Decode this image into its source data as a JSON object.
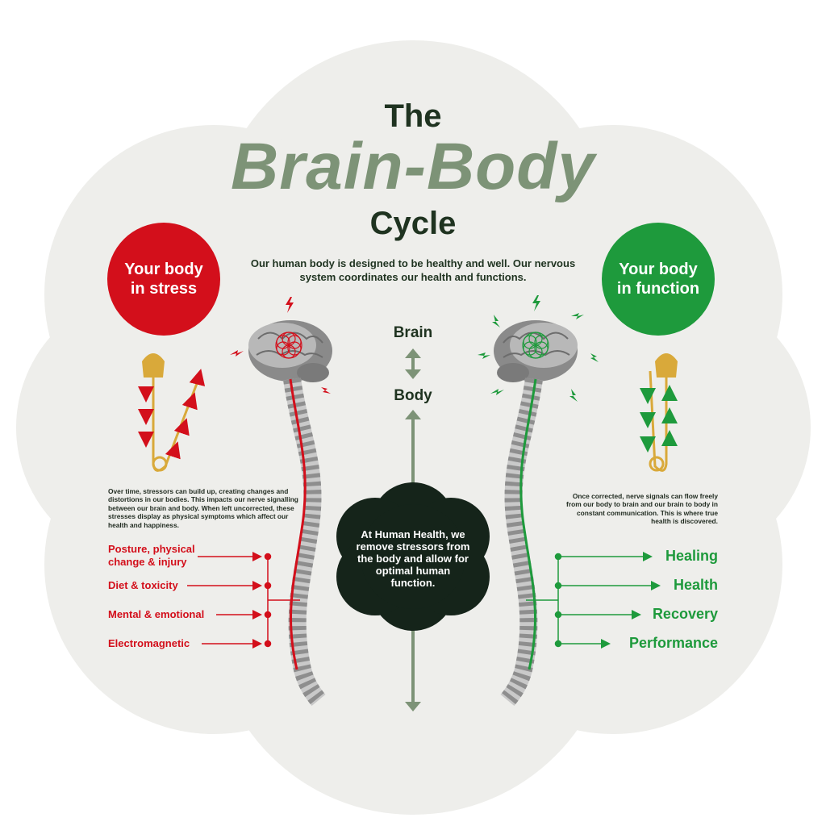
{
  "title": {
    "the": "The",
    "main": "Brain-Body",
    "cycle": "Cycle"
  },
  "intro": "Our human body is designed to be healthy and well. Our nervous system coordinates our health and functions.",
  "stress_badge": {
    "text": "Your body in stress",
    "color": "#d30f1b"
  },
  "function_badge": {
    "text": "Your body in function",
    "color": "#1e9a3c"
  },
  "axis": {
    "top": "Brain",
    "bottom": "Body"
  },
  "left_note": "Over time, stressors can build up, creating changes and distortions in our bodies. This impacts our nerve signalling between our brain and body. When left uncorrected, these stresses display as physical symptoms which affect our health and happiness.",
  "right_note": "Once corrected, nerve signals can flow freely from our body to brain and our brain to body in constant communication. This is where true health is discovered.",
  "center_text": "At Human Health, we remove stressors from the body and allow for optimal human function.",
  "stressors": [
    "Posture, physical change & injury",
    "Diet & toxicity",
    "Mental & emotional",
    "Electromagnetic"
  ],
  "outcomes": [
    "Healing",
    "Health",
    "Recovery",
    "Performance"
  ],
  "colors": {
    "stress": "#d30f1b",
    "function": "#1e9a3c",
    "title_dark": "#1f3320",
    "title_sage": "#7d9377",
    "background": "#eeeeeb",
    "center": "#15241a"
  },
  "icons": [
    "brain-icon",
    "spine-icon",
    "safety-pin-icon",
    "lightning-icon",
    "flower-of-life-icon",
    "arrow-icon"
  ]
}
